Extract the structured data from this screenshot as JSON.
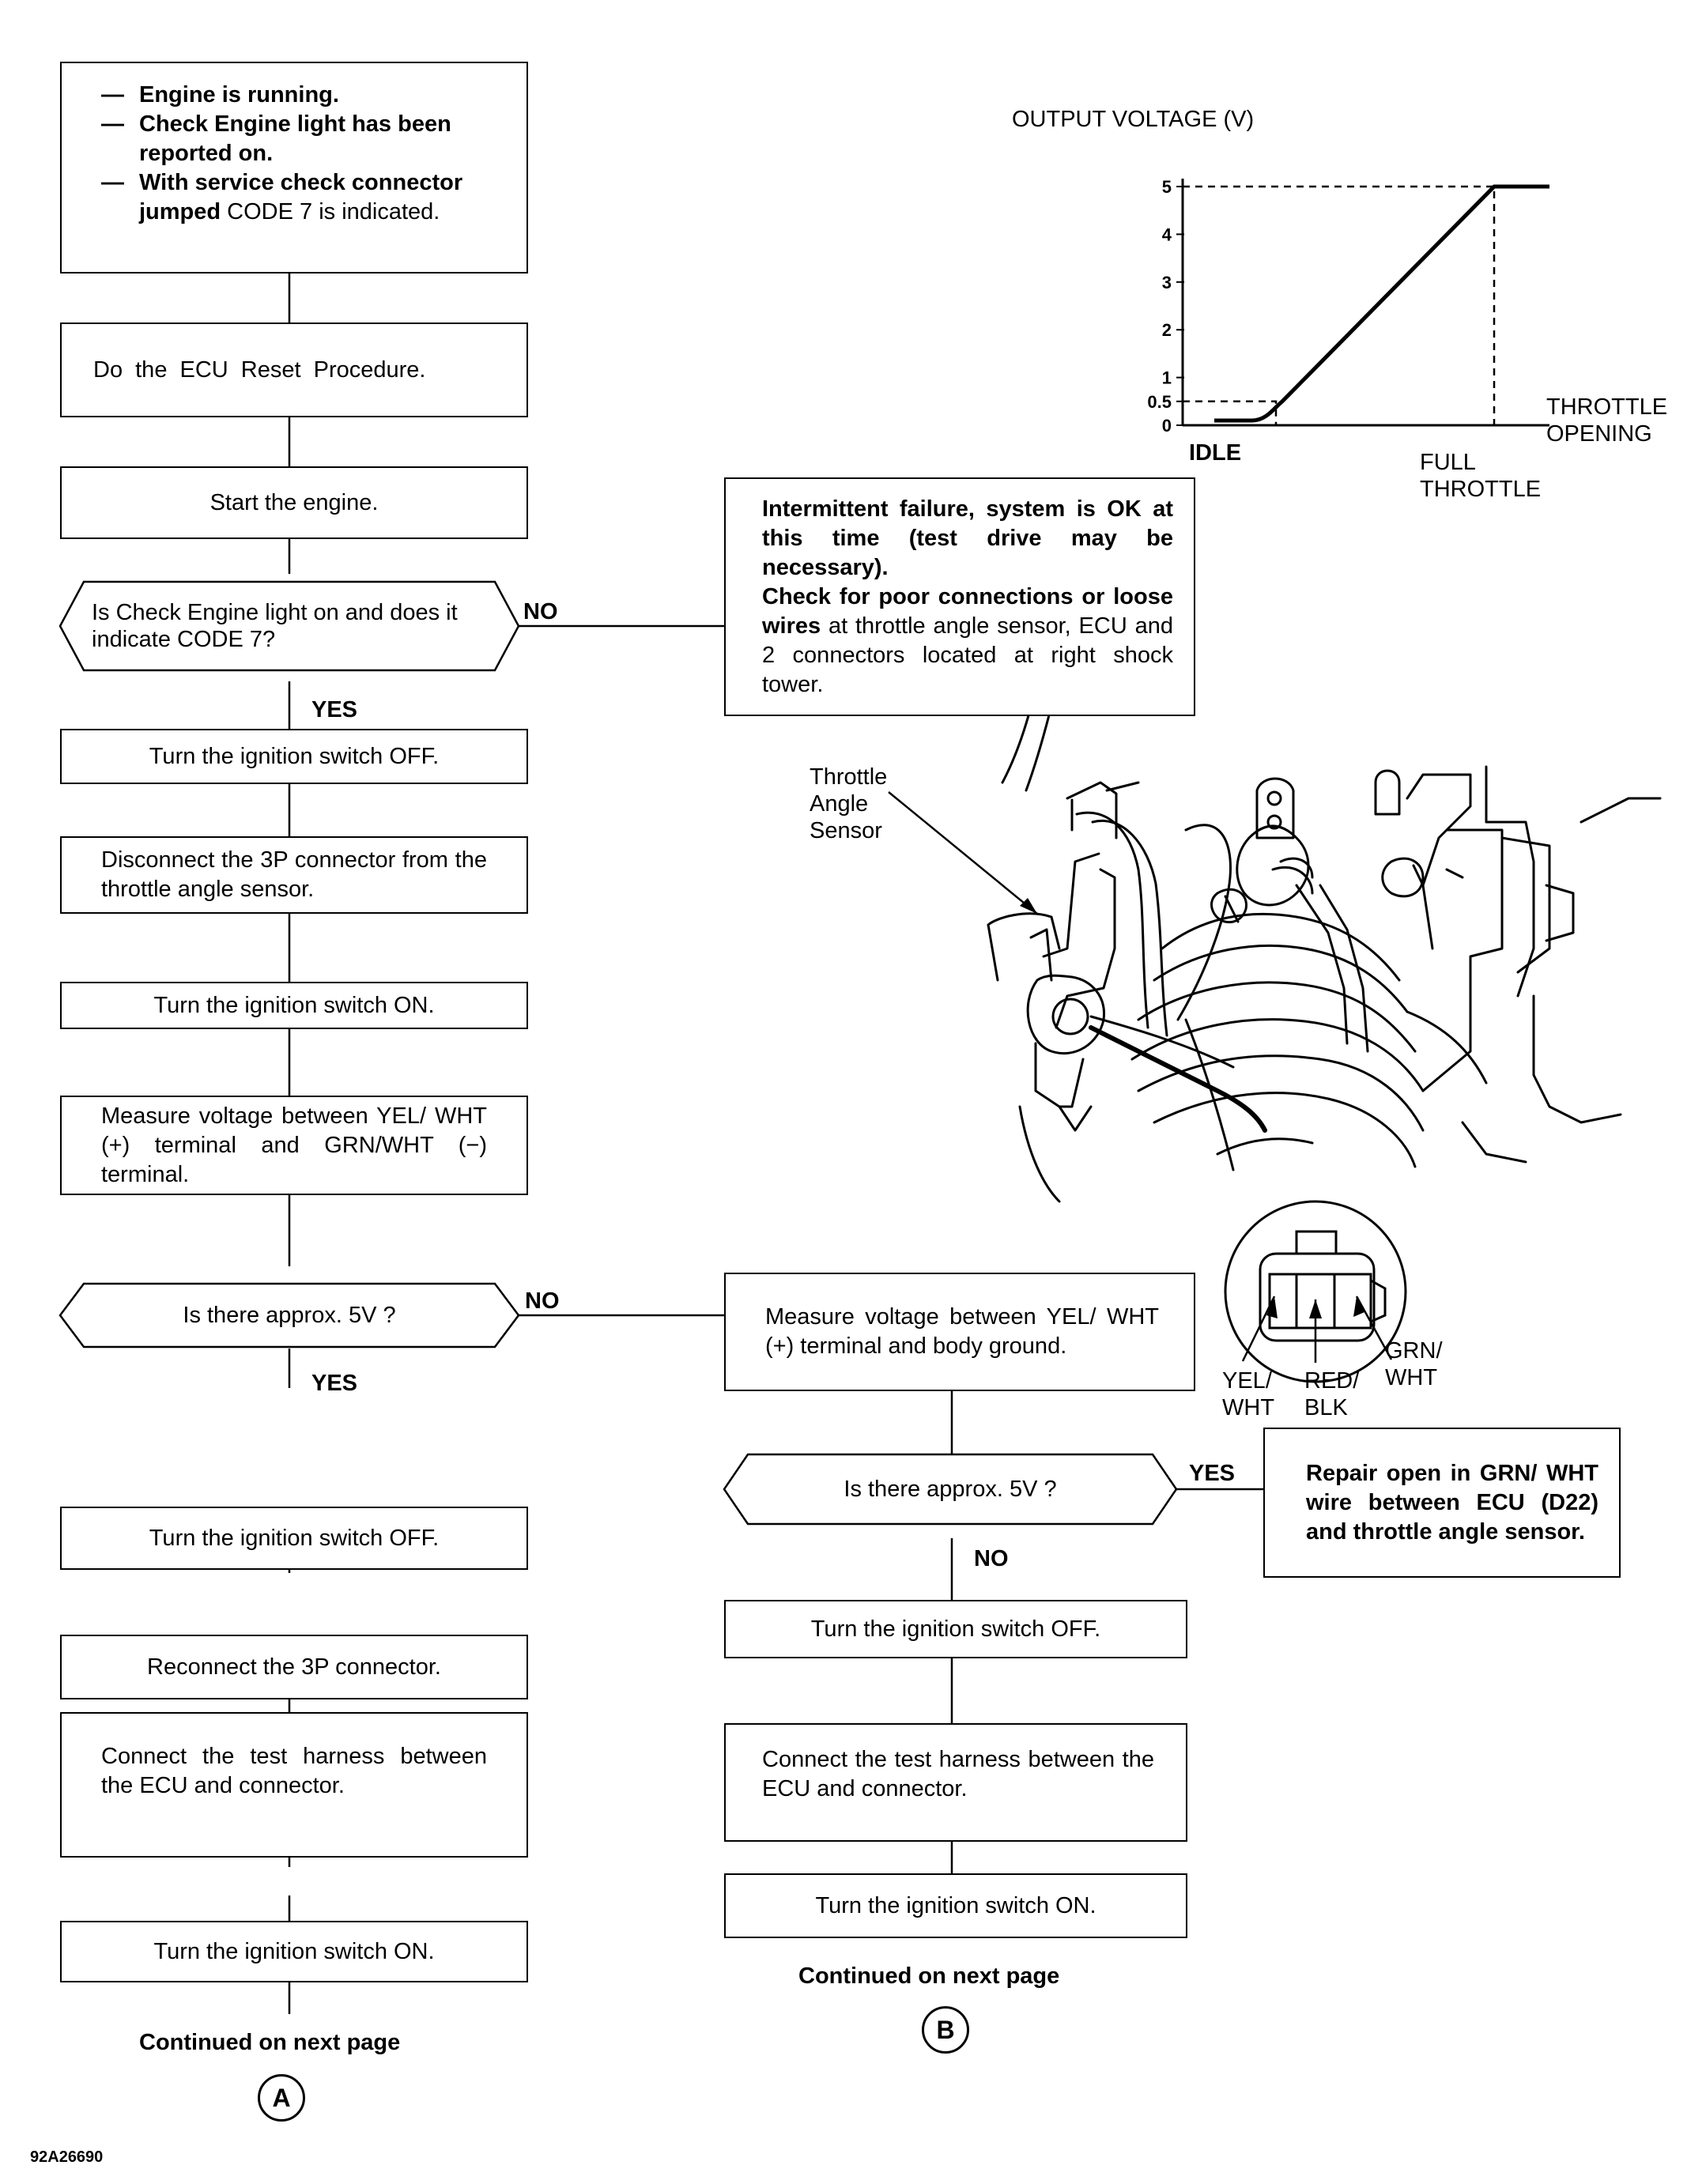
{
  "flow_left": {
    "start_box": {
      "items": [
        {
          "bold": "Engine is running.",
          "normal": ""
        },
        {
          "bold": "Check Engine light has been reported on.",
          "normal": ""
        },
        {
          "bold": "With service check connector jumped",
          "normal": " CODE 7 is indicated."
        }
      ]
    },
    "step_reset": "Do the ECU Reset Procedure.",
    "step_start": "Start the engine.",
    "decision_code7": "Is Check Engine light on and does it indicate CODE 7?",
    "yes_label_1": "YES",
    "no_label_1": "NO",
    "step_ign_off_1": "Turn the ignition switch OFF.",
    "step_disconnect": "Disconnect the 3P connector from the throttle angle sensor.",
    "step_ign_on_1": "Turn the ignition switch ON.",
    "step_measure_1": "Measure voltage between YEL/ WHT (+) terminal and GRN/WHT (−) terminal.",
    "decision_5v_1": "Is there approx. 5V ?",
    "yes_label_2": "YES",
    "no_label_2": "NO",
    "step_ign_off_2": "Turn the ignition switch OFF.",
    "step_reconnect": "Reconnect the 3P connector.",
    "step_test_harness_1": "Connect the test harness between the ECU and connector.",
    "step_ign_on_2": "Turn the ignition switch ON.",
    "continued_1": "Continued on next page",
    "connector_a": "A"
  },
  "intermittent_box": {
    "bold_1": "Intermittent failure, system is OK at this time (test drive may be necessary).",
    "bold_2": "Check for poor connections or loose wires",
    "normal_2": " at throttle angle sensor, ECU and 2 connectors located at right shock tower."
  },
  "flow_right": {
    "step_measure_2": "Measure voltage between YEL/ WHT (+) terminal and body ground.",
    "decision_5v_2": "Is there approx. 5V ?",
    "yes_label_3": "YES",
    "no_label_3": "NO",
    "repair_box": "Repair open in GRN/ WHT wire between ECU (D22) and throttle angle sensor.",
    "step_ign_off_3": "Turn the ignition switch OFF.",
    "step_test_harness_2": "Connect the test harness between the ECU and connector.",
    "step_ign_on_3": "Turn the ignition switch ON.",
    "continued_2": "Continued on next page",
    "connector_b": "B"
  },
  "illustration": {
    "sensor_label": [
      "Throttle",
      "Angle",
      "Sensor"
    ],
    "pin_labels": [
      [
        "YEL/",
        "WHT"
      ],
      [
        "RED/",
        "BLK"
      ],
      [
        "GRN/",
        "WHT"
      ]
    ]
  },
  "figure_id": "92A26690",
  "chart_data": {
    "type": "line",
    "title": "OUTPUT VOLTAGE (V)",
    "xlabel": "THROTTLE OPENING",
    "x_tick_labels": [
      "IDLE",
      "FULL THROTTLE"
    ],
    "y_ticks": [
      0,
      0.5,
      1,
      2,
      3,
      4,
      5
    ],
    "y_tick_labels": [
      "0",
      "0.5",
      "1",
      "2",
      "3",
      "4",
      "5"
    ],
    "ylim": [
      0,
      5
    ],
    "x": [
      0,
      0.35,
      1,
      1.2
    ],
    "y": [
      0.1,
      0.5,
      5,
      5
    ],
    "reference_lines": [
      {
        "at": "IDLE",
        "y": 0.5,
        "style": "dashed"
      },
      {
        "at": "FULL THROTTLE",
        "y": 5,
        "style": "dashed"
      }
    ]
  }
}
